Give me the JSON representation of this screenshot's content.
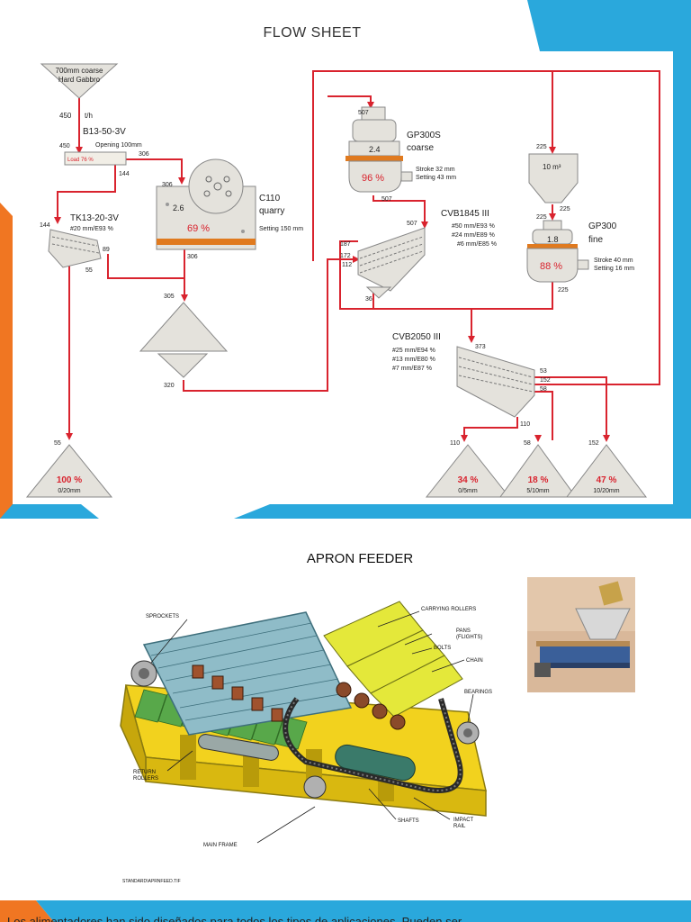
{
  "colors": {
    "accent_blue": "#2aa8dc",
    "accent_orange": "#f07622",
    "flow_red": "#d9232e",
    "band_orange": "#e07a1f",
    "gray_shape": "#e4e2dc"
  },
  "slide1": {
    "title": "FLOW SHEET",
    "feed": {
      "line1": "700mm coarse",
      "line2": "Hard Gabbro",
      "flow": "450",
      "unit": "t/h"
    },
    "feeder": {
      "name": "B13-50-3V",
      "opening": "Opening 100mm",
      "load": "Load 76 %",
      "in": "450",
      "out_right": "306",
      "out_down": "144"
    },
    "jaw": {
      "name1": "C110",
      "name2": "quarry",
      "setting": "Setting 150 mm",
      "ratio": "2.6",
      "load": "69 %",
      "in": "306",
      "out": "306"
    },
    "screen1": {
      "name": "TK13-20-3V",
      "spec": "#20 mm/E93 %",
      "in": "144",
      "out_right": "89",
      "out_down": "55"
    },
    "pile1": {
      "in": "305",
      "out": "320"
    },
    "product1": {
      "flow": "55",
      "pct": "100 %",
      "size": "0/20mm"
    },
    "cone1": {
      "name1": "GP300S",
      "name2": "coarse",
      "ratio": "2.4",
      "load": "96 %",
      "stroke": "Stroke 32 mm",
      "setting": "Setting 43 mm",
      "in": "507",
      "out": "507"
    },
    "screen2": {
      "name": "CVB1845 III",
      "spec1": "#50 mm/E93 %",
      "spec2": "#24 mm/E89 %",
      "spec3": "#6 mm/E85 %",
      "in": "507",
      "deck1": "187",
      "deck2": "172",
      "deck3": "112",
      "under": "36"
    },
    "bin": {
      "in": "225",
      "vol": "10 m³",
      "out": "225"
    },
    "cone2": {
      "name1": "GP300",
      "name2": "fine",
      "ratio": "1.8",
      "load": "88 %",
      "stroke": "Stroke 40 mm",
      "setting": "Setting 16 mm",
      "in": "225",
      "out": "225"
    },
    "screen3": {
      "name": "CVB2050 III",
      "spec1": "#25 mm/E94 %",
      "spec2": "#13 mm/E80 %",
      "spec3": "#7 mm/E87 %",
      "in": "373",
      "deck1": "53",
      "deck2": "152",
      "deck3": "58",
      "under": "110"
    },
    "product2": {
      "flow": "110",
      "pct": "34 %",
      "size": "0/5mm"
    },
    "product3": {
      "flow": "58",
      "pct": "18 %",
      "size": "5/10mm"
    },
    "product4": {
      "flow": "152",
      "pct": "47 %",
      "size": "10/20mm"
    }
  },
  "slide2": {
    "title": "APRON FEEDER",
    "labels": {
      "sprockets": "SPROCKETS",
      "carrying_rollers": "CARRYING ROLLERS",
      "pans1": "PANS",
      "pans2": "(FLIGHTS)",
      "bolts": "BOLTS",
      "chain": "CHAIN",
      "bearings": "BEARINGS",
      "return1": "RETURN",
      "return2": "ROLLERS",
      "shafts": "SHAFTS",
      "impact1": "IMPACT",
      "impact2": "RAIL",
      "main_frame": "MAIN FRAME",
      "file": "STANDARD\\APRNFEED.TIF"
    },
    "paragraph": "Los alimentadores han sido diseñados para todos los tipos de aplicaciones. Pueden ser"
  }
}
